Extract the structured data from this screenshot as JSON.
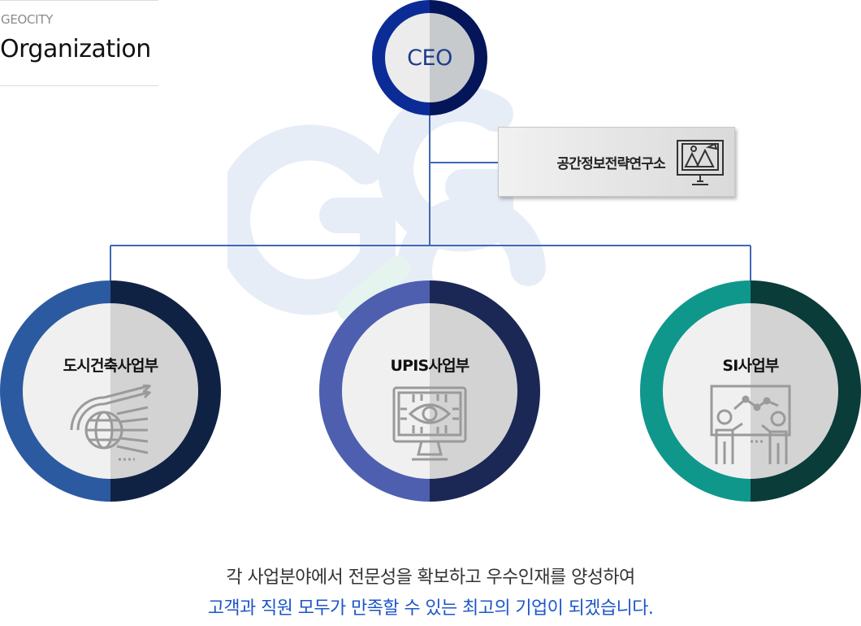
{
  "header": {
    "brand": "GEOCITY",
    "title": "Organization"
  },
  "ceo": {
    "label": "CEO",
    "accent": "#0b2c97"
  },
  "lab": {
    "label": "공간정보전략연구소",
    "icon": "blueprint-monitor-icon"
  },
  "divisions": [
    {
      "label": "도시건축사업부",
      "icon": "globe-data-icon",
      "color": "#2c5aa0"
    },
    {
      "label": "UPIS사업부",
      "icon": "eye-monitor-icon",
      "color": "#4d5fae"
    },
    {
      "label": "SI사업부",
      "icon": "presentation-team-icon",
      "color": "#0f978c"
    }
  ],
  "slogan": {
    "line1": "각 사업분야에서 전문성을 확보하고 우수인재를 양성하여",
    "line2": "고객과 직원 모두가 만족할 수 있는 최고의 기업이 되겠습니다."
  }
}
